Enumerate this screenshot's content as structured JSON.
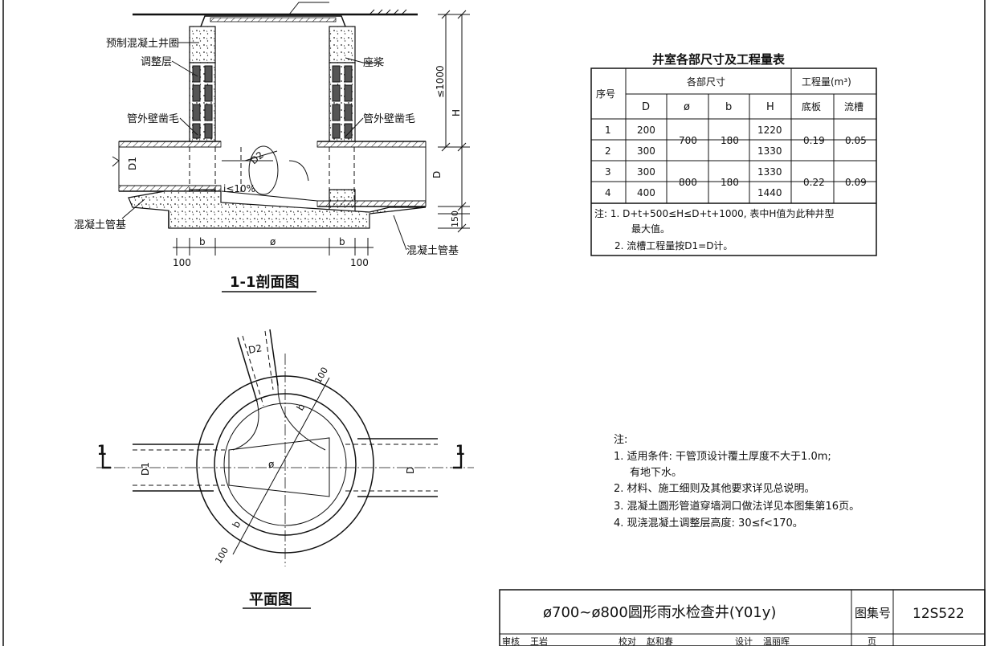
{
  "section_view": {
    "title": "1-1剖面图",
    "labels": {
      "ring": "预制混凝土井圈",
      "leveling": "调整层",
      "mortar": "座浆",
      "roughen_left": "管外壁凿毛",
      "roughen_right": "管外壁凿毛",
      "pipe_base_left": "混凝土管基",
      "pipe_base_right": "混凝土管基",
      "slope": "i≤10%",
      "d1": "D1",
      "d2": "D2",
      "d": "D",
      "h": "H",
      "max_depth": "≤1000",
      "base_thk": "150",
      "dim_100_left": "100",
      "dim_b_left": "b",
      "dim_phi": "ø",
      "dim_b_right": "b",
      "dim_100_right": "100"
    }
  },
  "plan_view": {
    "title": "平面图",
    "labels": {
      "d2": "D2",
      "d1": "D1",
      "d": "D",
      "phi": "ø",
      "b_top": "b",
      "b_bottom": "b",
      "dim_100_top": "100",
      "dim_100_bottom": "100",
      "cut_left": "1",
      "cut_right": "1"
    }
  },
  "table": {
    "title": "井室各部尺寸及工程量表",
    "header": {
      "no": "序号",
      "dims_group": "各部尺寸",
      "qty_group": "工程量(m³)",
      "cols": [
        "D",
        "ø",
        "b",
        "H",
        "底板",
        "流槽"
      ]
    },
    "rows": [
      [
        "1",
        "200",
        "700",
        "180",
        "1220",
        "0.19",
        "0.05"
      ],
      [
        "2",
        "300",
        "",
        "",
        "1330",
        "",
        ""
      ],
      [
        "3",
        "300",
        "800",
        "180",
        "1330",
        "0.22",
        "0.09"
      ],
      [
        "4",
        "400",
        "",
        "",
        "1440",
        "",
        ""
      ]
    ],
    "notes": [
      "注: 1. D+t+500≤H≤D+t+1000, 表中H值为此种井型",
      "最大值。",
      "2. 流槽工程量按D1=D计。"
    ]
  },
  "notes": {
    "heading": "注:",
    "items": [
      "1. 适用条件: 干管顶设计覆土厚度不大于1.0m;",
      "有地下水。",
      "2. 材料、施工细则及其他要求详见总说明。",
      "3. 混凝土圆形管道穿墙洞口做法详见本图集第16页。",
      "4. 现浇混凝土调整层高度: 30≤f<170。"
    ]
  },
  "title_block": {
    "title": "ø700~ø800圆形雨水检查井(Y01y)",
    "atlas_label": "图集号",
    "atlas_no": "12S522",
    "bottom_row": [
      "审核",
      "王岩",
      "校对",
      "赵和春",
      "设计",
      "温丽晖",
      "页"
    ]
  },
  "colors": {
    "ink": "#111111",
    "paper": "#ffffff",
    "fill_dark": "#555555"
  }
}
